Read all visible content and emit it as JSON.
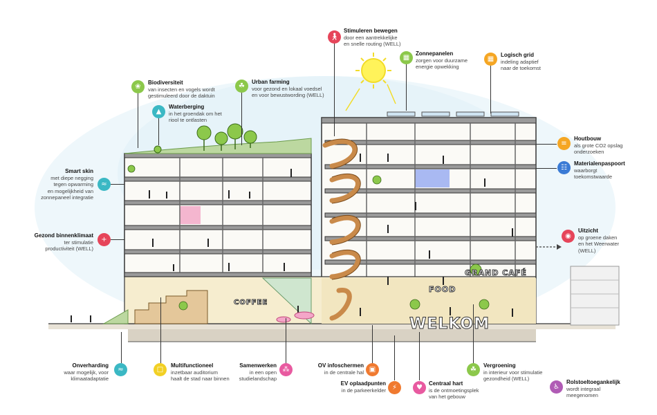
{
  "signs": {
    "welkom": "WELKOM",
    "grand_cafe": "GRAND CAFÉ",
    "food": "FOOD",
    "coffee": "COFFEE"
  },
  "callouts": {
    "stimuleren": {
      "title": "Stimuleren bewegen",
      "desc": [
        "door een aantrekkelijke",
        "en snelle routing (WELL)"
      ],
      "color": "#e6455a",
      "icon": "walking-person-icon"
    },
    "zonnepanelen": {
      "title": "Zonnepanelen",
      "desc": [
        "zorgen voor duurzame",
        "energie opwekking"
      ],
      "color": "#8cc84b",
      "icon": "solar-panel-icon"
    },
    "logisch_grid": {
      "title": "Logisch grid",
      "desc": [
        "indeling adaptief",
        "naar de toekomst"
      ],
      "color": "#f5a623",
      "icon": "grid-icon"
    },
    "biodiversiteit": {
      "title": "Biodiversiteit",
      "desc": [
        "van insecten en vogels wordt",
        "gestimuleerd door de daktuin"
      ],
      "color": "#8cc84b",
      "icon": "bug-icon"
    },
    "urban_farming": {
      "title": "Urban farming",
      "desc": [
        "voor gezond en lokaal voedsel",
        "en voor bewustwording (WELL)"
      ],
      "color": "#8cc84b",
      "icon": "plant-hand-icon"
    },
    "waterberging": {
      "title": "Waterberging",
      "desc": [
        "in het groendak om het",
        "riool te ontlasten"
      ],
      "color": "#3bb8c4",
      "icon": "water-drop-icon"
    },
    "houtbouw": {
      "title": "Houtbouw",
      "desc": [
        "als grote CO2 opslag",
        "onderzoeken"
      ],
      "color": "#f5a623",
      "icon": "wood-icon"
    },
    "materialenpaspoort": {
      "title": "Materialenpaspoort",
      "desc": [
        "waarborgt",
        "toekomstwaarde"
      ],
      "color": "#3a7bd5",
      "icon": "passport-icon"
    },
    "smart_skin": {
      "title": "Smart skin",
      "desc": [
        "met diepe negging",
        "tegen opwarming",
        "en mogelijkheid van",
        "zonnepaneel integratie"
      ],
      "color": "#3bb8c4",
      "icon": "thermometer-icon"
    },
    "gezond_binnenklimaat": {
      "title": "Gezond binnenklimaat",
      "desc": [
        "ter stimulatie",
        "productiviteit (WELL)"
      ],
      "color": "#e6455a",
      "icon": "health-plus-icon"
    },
    "uitzicht": {
      "title": "Uitzicht",
      "desc": [
        "op groene daken",
        "en het Weerwater",
        "(WELL)"
      ],
      "color": "#e6455a",
      "icon": "eye-icon"
    },
    "onverharding": {
      "title": "Onverharding",
      "desc": [
        "waar mogelijk, voor",
        "klimaatadaptatie"
      ],
      "color": "#3bb8c4",
      "icon": "waves-icon"
    },
    "multifunctioneel": {
      "title": "Multifunctioneel",
      "desc": [
        "inzetbaar auditorium",
        "haalt de stad naar binnen"
      ],
      "color": "#f2d024",
      "icon": "presentation-icon"
    },
    "samenwerken": {
      "title": "Samenwerken",
      "desc": [
        "in een open",
        "studielandschap"
      ],
      "color": "#e85aa0",
      "icon": "people-network-icon"
    },
    "ov_infoschermen": {
      "title": "OV infoschermen",
      "desc": [
        "in de centrale hal"
      ],
      "color": "#f07a30",
      "icon": "bus-icon"
    },
    "ev_oplaadpunten": {
      "title": "EV oplaadpunten",
      "desc": [
        "in de parkeerkelder"
      ],
      "color": "#f07a30",
      "icon": "charging-icon"
    },
    "centraal_hart": {
      "title": "Centraal hart",
      "desc": [
        "is de ontmoetingsplek",
        "van het gebouw"
      ],
      "color": "#e85aa0",
      "icon": "heart-icon"
    },
    "vergroening": {
      "title": "Vergroening",
      "desc": [
        "in interieur voor stimulatie",
        "gezondheid (WELL)"
      ],
      "color": "#8cc84b",
      "icon": "leaf-icon"
    },
    "rolstoel": {
      "title": "Rolstoeltoegankelijk",
      "desc": [
        "wordt integraal",
        "meegenomen"
      ],
      "color": "#b05bb5",
      "icon": "wheelchair-icon"
    }
  }
}
